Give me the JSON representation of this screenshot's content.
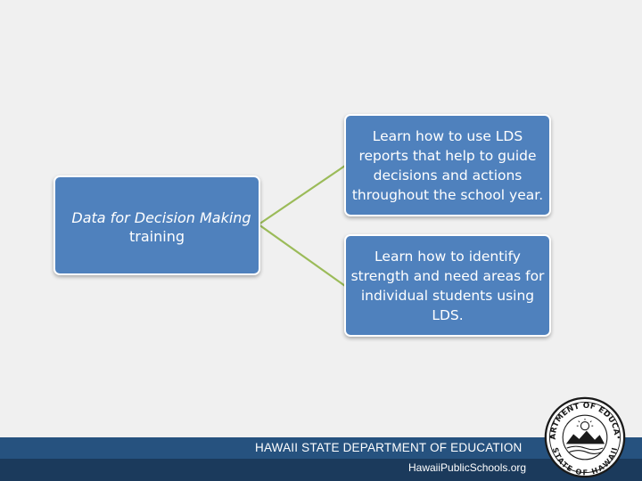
{
  "diagram": {
    "root": {
      "title": "Data for Decision Making",
      "subtitle": "training"
    },
    "children": [
      {
        "text": "Learn how to use LDS reports that help to guide decisions and actions throughout the school year."
      },
      {
        "text": "Learn how to identify strength and need areas for individual students using LDS."
      }
    ]
  },
  "footer": {
    "title": "HAWAII STATE DEPARTMENT OF EDUCATION",
    "url": "HawaiiPublicSchools.org"
  },
  "seal": {
    "top_text": "DEPARTMENT OF EDUCATION",
    "bottom_text": "STATE OF HAWAII"
  },
  "colors": {
    "box_fill": "#4f81bd",
    "connector": "#9bbb59",
    "footer_top": "#26527f",
    "footer_bottom": "#1b3a5c",
    "background": "#f0f0f0"
  }
}
